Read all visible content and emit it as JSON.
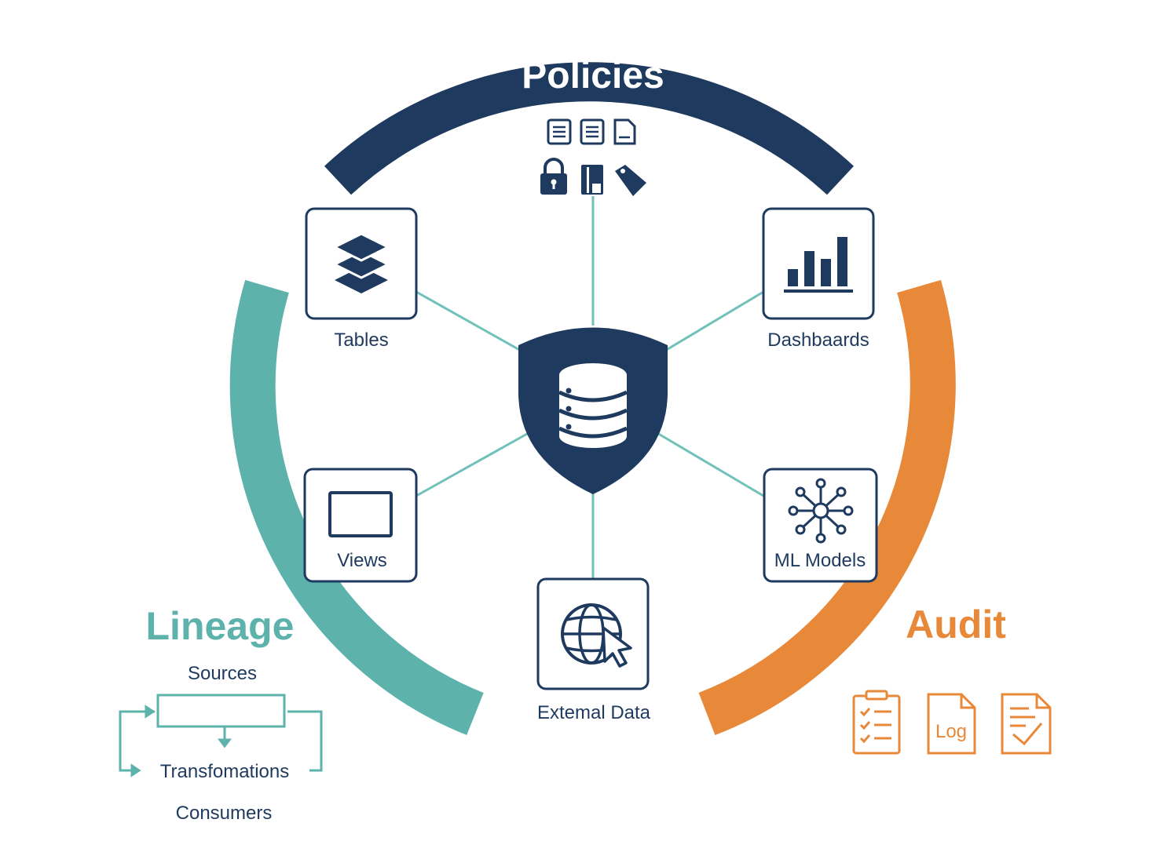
{
  "policies": {
    "title": "Policies"
  },
  "nodes": {
    "tables": "Tables",
    "dashboards": "Dashbaards",
    "views": "Views",
    "ml_models": "ML Models",
    "external_data": "Extemal Data"
  },
  "lineage": {
    "title": "Lineage",
    "sources": "Sources",
    "transformations": "Transfomations",
    "consumers": "Consumers"
  },
  "audit": {
    "title": "Audit",
    "log_icon_text": "Log"
  },
  "colors": {
    "navy": "#1f3a5f",
    "teal": "#5db3ab",
    "orange": "#e8893a",
    "spoke": "#6fc1b9"
  }
}
